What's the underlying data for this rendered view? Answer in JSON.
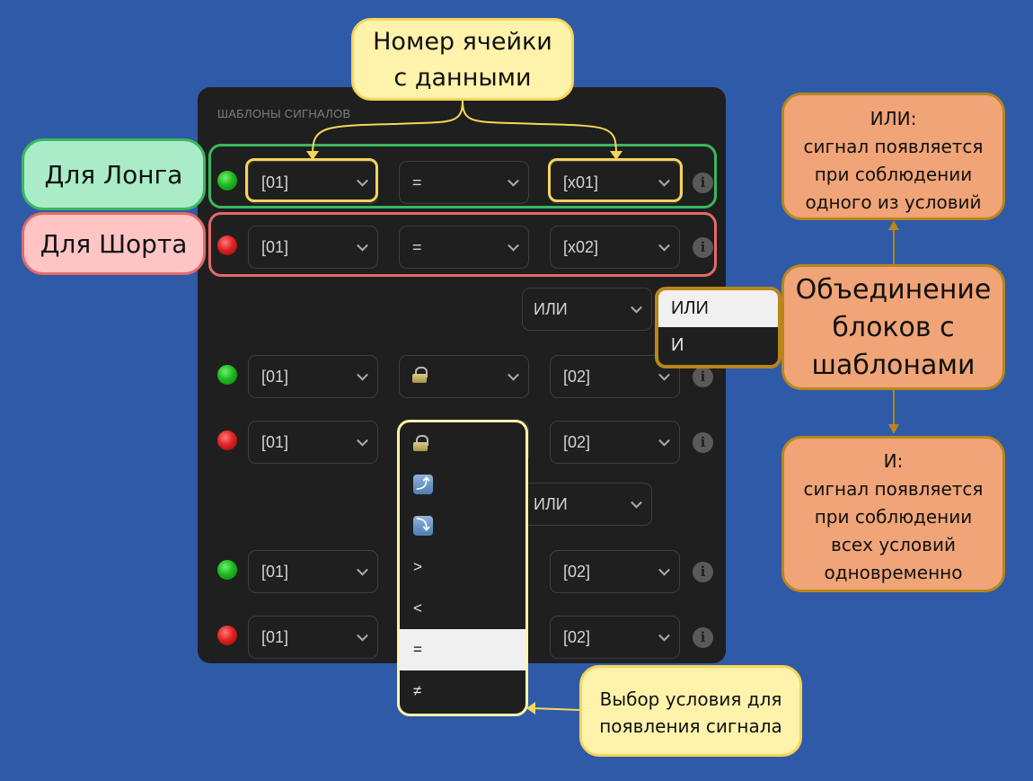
{
  "panel": {
    "title": "ШАБЛОНЫ СИГНАЛОВ",
    "rows": [
      {
        "signal": "long",
        "dot_color": "#1fb91f",
        "cell": "[01]",
        "condition": "=",
        "value": "[x01]"
      },
      {
        "signal": "short",
        "dot_color": "#e02222",
        "cell": "[01]",
        "condition": "=",
        "value": "[x02]"
      },
      {
        "signal": "long",
        "dot_color": "#1fb91f",
        "cell": "[01]",
        "condition": "lock-icon",
        "value": "[02]"
      },
      {
        "signal": "short",
        "dot_color": "#e02222",
        "cell": "[01]",
        "condition": "lock-icon",
        "value": "[02]"
      },
      {
        "signal": "long",
        "dot_color": "#1fb91f",
        "cell": "[01]",
        "condition": "",
        "value": "[02]"
      },
      {
        "signal": "short",
        "dot_color": "#e02222",
        "cell": "[01]",
        "condition": "",
        "value": "[02]"
      }
    ],
    "combine_selects": [
      {
        "value": "ИЛИ"
      },
      {
        "value": "ИЛИ"
      }
    ],
    "info_icon": "i"
  },
  "condition_menu": {
    "items": [
      {
        "label": "lock-icon",
        "icon": "lock-icon"
      },
      {
        "label": "⤴",
        "icon": "cross-up-icon"
      },
      {
        "label": "⤵",
        "icon": "cross-down-icon"
      },
      {
        "label": ">"
      },
      {
        "label": "<"
      },
      {
        "label": "=",
        "selected": true
      },
      {
        "label": "≠"
      }
    ]
  },
  "join_menu": {
    "items": [
      {
        "label": "ИЛИ",
        "selected": true
      },
      {
        "label": "И"
      }
    ]
  },
  "annotations": {
    "cell_number": "Номер ячейки\nс данными",
    "cell_number_l1": "Номер ячейки",
    "cell_number_l2": "с данными",
    "for_long": "Для Лонга",
    "for_short": "Для Шорта",
    "or_title": "ИЛИ:",
    "or_desc": [
      "сигнал появляется",
      "при соблюдении",
      "одного из условий"
    ],
    "join_l1": "Объединение",
    "join_l2": "блоков с",
    "join_l3": "шаблонами",
    "and_title": "И:",
    "and_desc": [
      "сигнал появляется",
      "при соблюдении",
      "всех условий",
      "одновременно"
    ],
    "cond_l1": "Выбор условия для",
    "cond_l2": "появления сигнала"
  },
  "colors": {
    "background": "#2f5aa8",
    "panel": "#1f1f1f",
    "long": "#3cb75e",
    "short": "#e36a6a",
    "highlight": "#f5d55a",
    "orange_callout": "#f0a477"
  }
}
